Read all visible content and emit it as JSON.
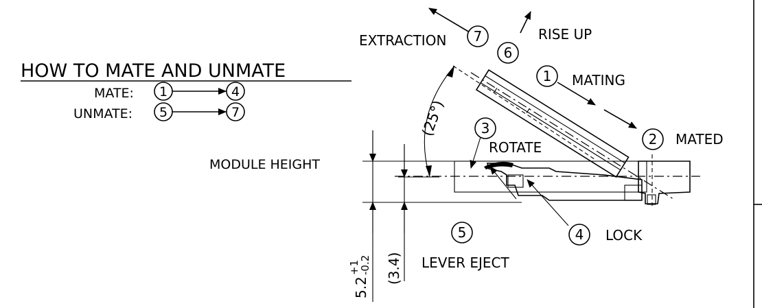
{
  "title": "HOW TO MATE AND UNMATE",
  "mate": {
    "label": "MATE:",
    "from": "1",
    "to": "4"
  },
  "unmate": {
    "label": "UNMATE:",
    "from": "5",
    "to": "7"
  },
  "steps": {
    "s1": {
      "num": "1",
      "label": "MATING"
    },
    "s2": {
      "num": "2",
      "label": "MATED"
    },
    "s3": {
      "num": "3",
      "label": "ROTATE"
    },
    "s4": {
      "num": "4",
      "label": "LOCK"
    },
    "s5": {
      "num": "5",
      "label": "LEVER EJECT"
    },
    "s6": {
      "num": "6",
      "label": "RISE UP"
    },
    "s7": {
      "num": "7",
      "label": "EXTRACTION"
    }
  },
  "dims": {
    "module_height": "MODULE HEIGHT",
    "angle": "(25°)",
    "height_main": "5.2",
    "tol_plus": "+1",
    "tol_minus": "-0.2",
    "height_ref": "(3.4)"
  }
}
